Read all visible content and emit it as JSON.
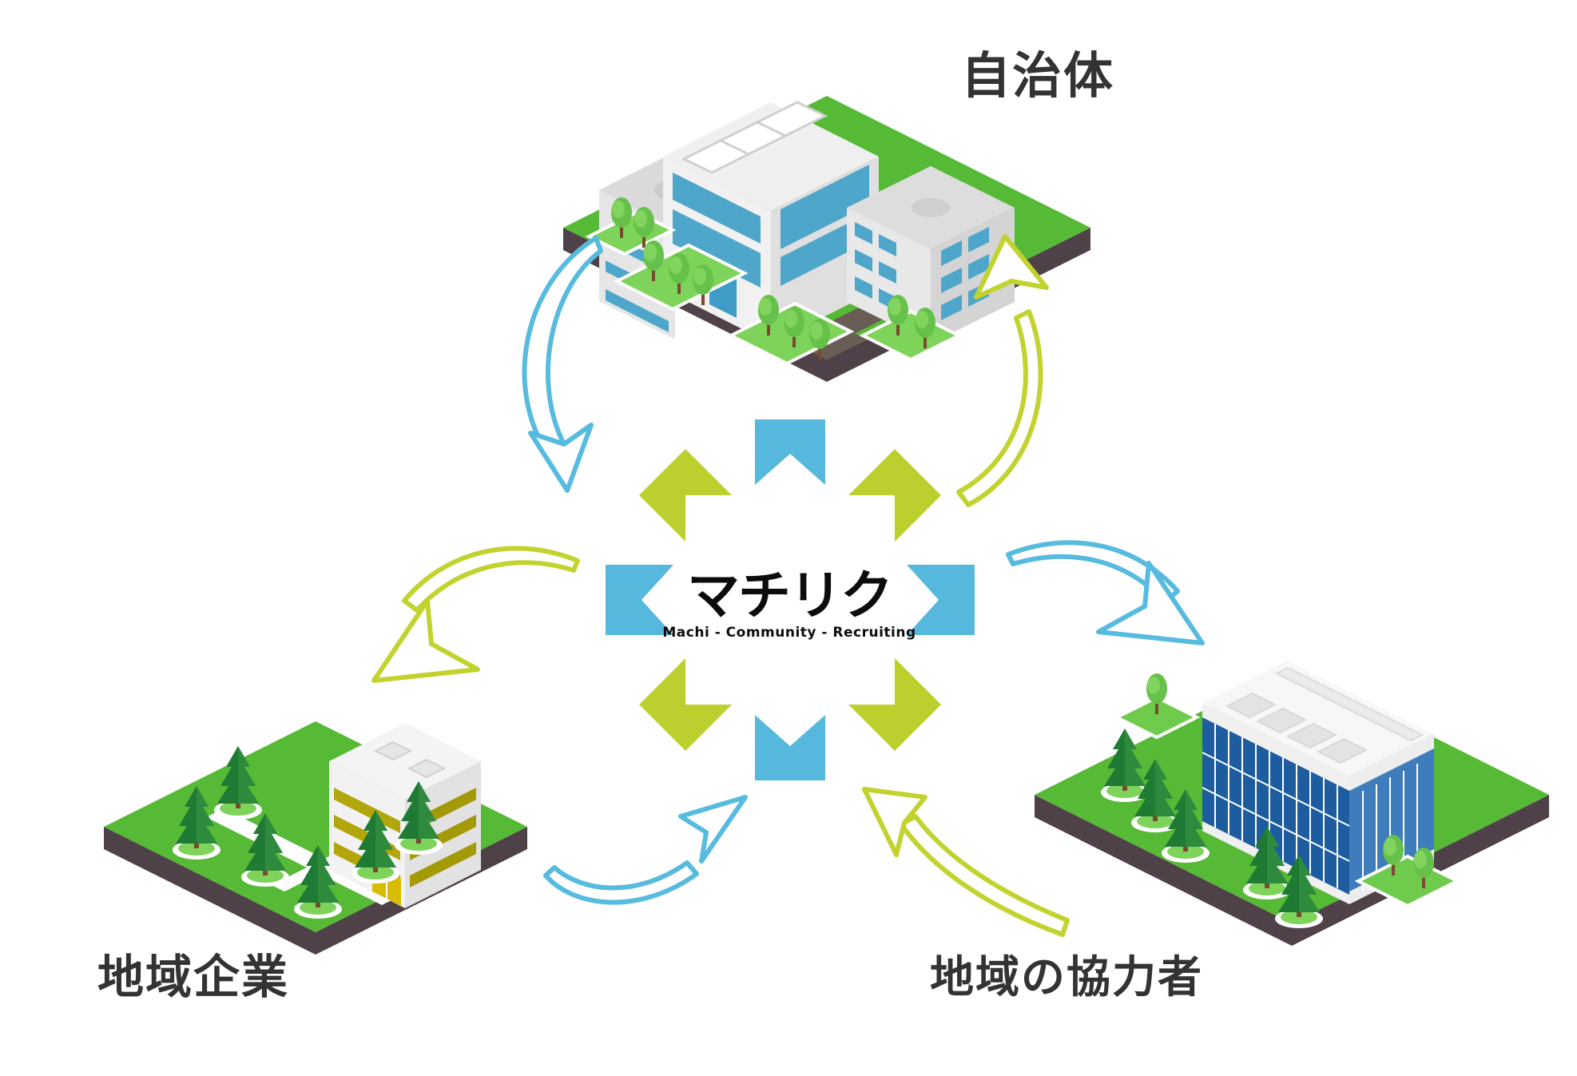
{
  "diagram": {
    "logo": {
      "text": "マチリク",
      "subtitle": "Machi - Community - Recruiting"
    },
    "nodes": [
      {
        "id": "municipality",
        "label": "自治体",
        "position": "top"
      },
      {
        "id": "local-company",
        "label": "地域企業",
        "position": "bottom-left"
      },
      {
        "id": "local-supporters",
        "label": "地域の協力者",
        "position": "bottom-right"
      }
    ],
    "arrows": [
      {
        "id": "municipality-to-center",
        "color": "blue"
      },
      {
        "id": "center-to-municipality",
        "color": "lime"
      },
      {
        "id": "center-to-local-company",
        "color": "lime"
      },
      {
        "id": "center-to-local-supporters",
        "color": "blue"
      },
      {
        "id": "local-company-to-center",
        "color": "blue"
      },
      {
        "id": "local-supporters-to-center",
        "color": "lime"
      }
    ],
    "colors": {
      "accent_blue": "#56B8DC",
      "accent_lime": "#BDCF2F",
      "grass_green": "#57BA37",
      "planter_green": "#7ED45A",
      "base_dark": "#4E4148",
      "glass_blue": "#4FA6CB",
      "navy_glass": "#1D5C9E",
      "olive_band": "#B2A60C",
      "label_text": "#333333"
    }
  }
}
